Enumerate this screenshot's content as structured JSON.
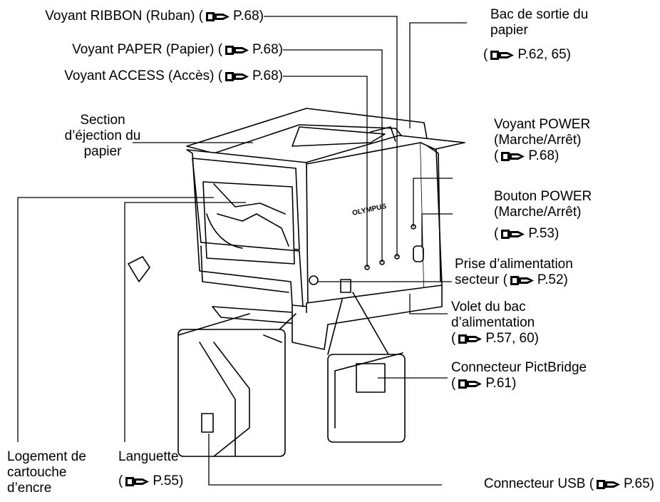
{
  "reference_icon": "page-reference-hand-icon",
  "labels": {
    "ribbon": {
      "text": "Voyant RIBBON (Ruban) (",
      "page": "P.68)"
    },
    "paper": {
      "text": "Voyant PAPER (Papier) (",
      "page": "P.68)"
    },
    "access": {
      "text": "Voyant ACCESS (Accès) (",
      "page": "P.68)"
    },
    "tray_out": {
      "line1": "Bac de sortie du",
      "line2": "papier",
      "prefix": "(",
      "page": "P.62, 65)"
    },
    "eject": {
      "line1": "Section",
      "line2": "d’éjection du",
      "line3": "papier"
    },
    "power_led": {
      "line1": "Voyant POWER",
      "line2": "(Marche/Arrêt)",
      "prefix": "(",
      "page": "P.68)"
    },
    "power_btn": {
      "line1": "Bouton POWER",
      "line2": "(Marche/Arrêt)",
      "prefix": "(",
      "page": "P.53)"
    },
    "ac": {
      "line1": "Prise d’alimentation",
      "line2": "secteur (",
      "page": "P.52)"
    },
    "feed_cover": {
      "line1": "Volet du bac",
      "line2": "d’alimentation",
      "prefix": "(",
      "page": "P.57, 60)"
    },
    "pictbridge": {
      "line1": "Connecteur PictBridge",
      "prefix": "(",
      "page": "P.61)"
    },
    "usb": {
      "text": "Connecteur USB (",
      "page": "P.65)"
    },
    "cartridge": {
      "line1": "Logement de",
      "line2": "cartouche",
      "line3": "d’encre"
    },
    "tab": {
      "line1": "Languette",
      "prefix": "(",
      "page": "P.55)"
    }
  },
  "brand": "OLYMPUS"
}
